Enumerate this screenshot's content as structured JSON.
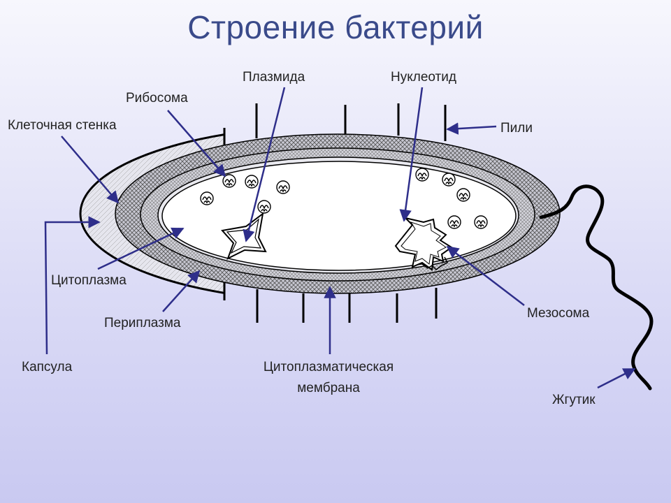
{
  "title": "Строение бактерий",
  "labels": {
    "plasmid": "Плазмида",
    "nucleotide": "Нуклеотид",
    "ribosome": "Рибосома",
    "cell_wall": "Клеточная стенка",
    "pili": "Пили",
    "cytoplasm": "Цитоплазма",
    "periplasm": "Периплазма",
    "capsule": "Капсула",
    "mesosome": "Мезосома",
    "membrane_line1": "Цитоплазматическая",
    "membrane_line2": "мембрана",
    "flagellum": "Жгутик"
  },
  "colors": {
    "title": "#3a4a8a",
    "arrow": "#2e2e8a",
    "outline": "#000000"
  }
}
